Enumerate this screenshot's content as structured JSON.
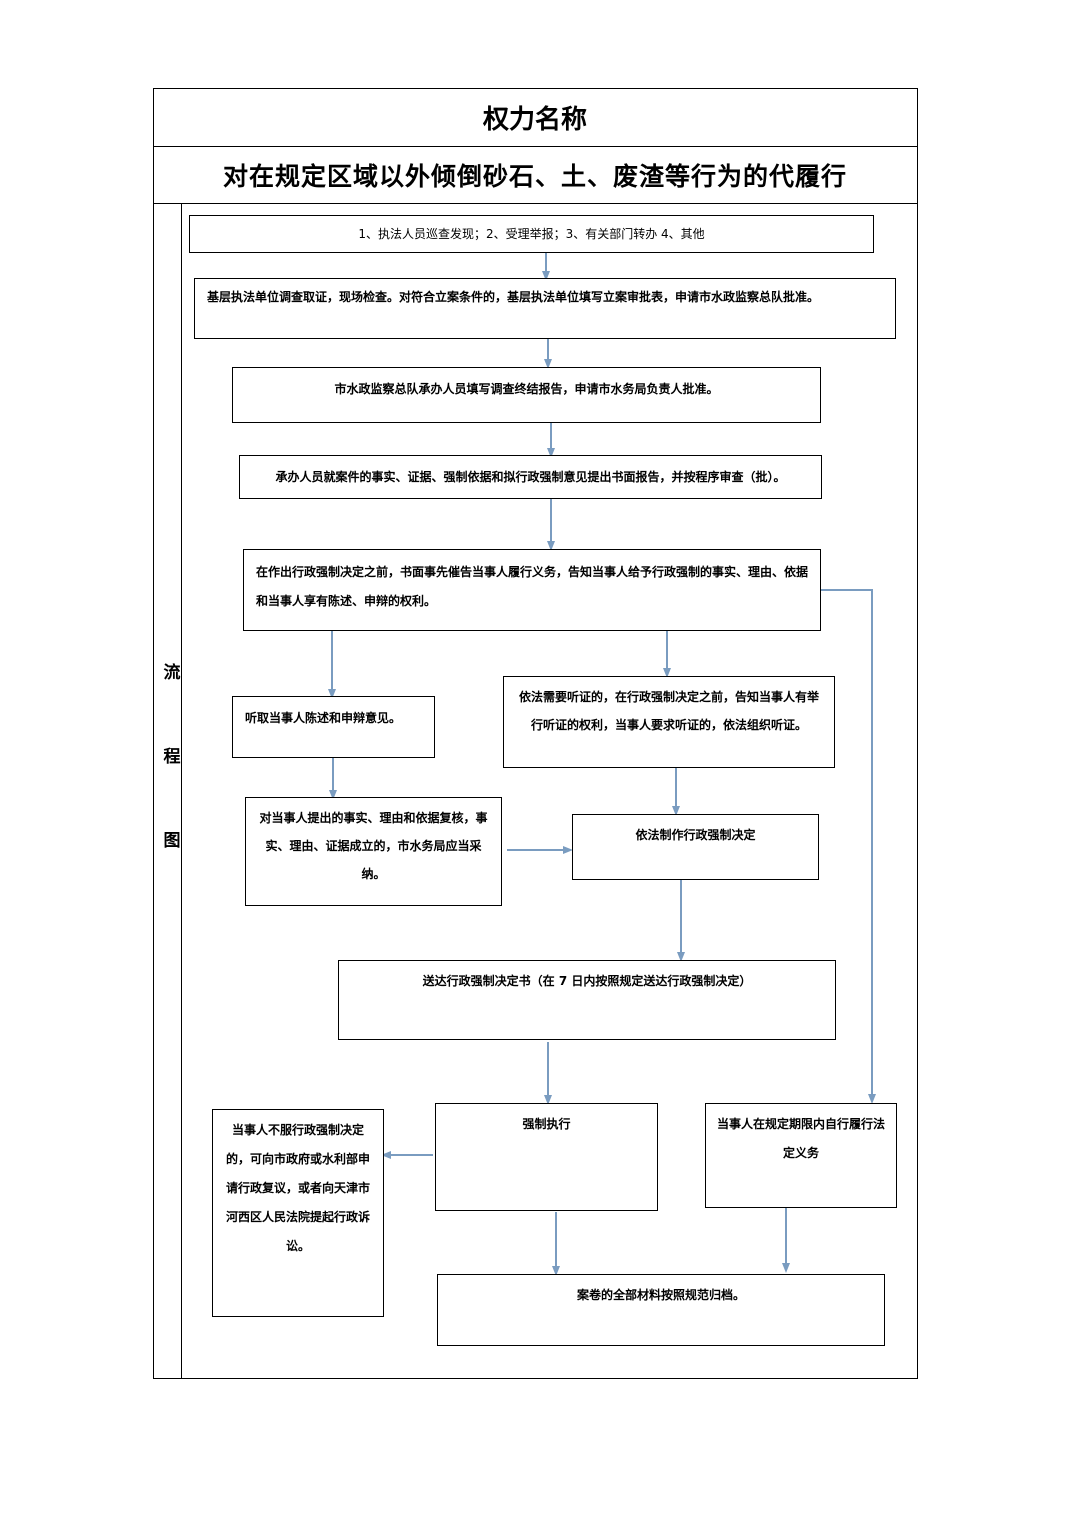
{
  "header": {
    "power_label": "权力名称",
    "power_name": "对在规定区域以外倾倒砂石、土、废渣等行为的代履行"
  },
  "side_label": [
    "流",
    "程",
    "图"
  ],
  "flow": {
    "step_source": "1、执法人员巡查发现；2、受理举报；3、有关部门转办 4、其他",
    "step_investigate": "基层执法单位调查取证，现场检查。对符合立案条件的，基层执法单位填写立案审批表，申请市水政监察总队批准。",
    "step_report": "市水政监察总队承办人员填写调查终结报告，申请市水务局负责人批准。",
    "step_review": "承办人员就案件的事实、证据、强制依据和拟行政强制意见提出书面报告，并按程序审查（批）。",
    "step_notice": "在作出行政强制决定之前，书面事先催告当事人履行义务，告知当事人给予行政强制的事实、理由、依据和当事人享有陈述、申辩的权利。",
    "step_listen": "听取当事人陈述和申辩意见。",
    "step_hearing": "依法需要听证的，在行政强制决定之前，告知当事人有举行听证的权利，当事人要求听证的，依法组织听证。",
    "step_verify": "对当事人提出的事实、理由和依据复核，事实、理由、证据成立的，市水务局应当采纳。",
    "step_decide": "依法制作行政强制决定",
    "step_deliver": "送达行政强制决定书（在 7 日内按照规定送达行政强制决定）",
    "step_enforce": "强制执行",
    "step_self": "当事人在规定期限内自行履行法定义务",
    "step_appeal": "当事人不服行政强制决定的，可向市政府或水利部申请行政复议，或者向天津市河西区人民法院提起行政诉讼。",
    "step_archive": "案卷的全部材料按照规范归档。"
  },
  "colors": {
    "arrow": "#7a9cc0",
    "border": "#000000"
  }
}
